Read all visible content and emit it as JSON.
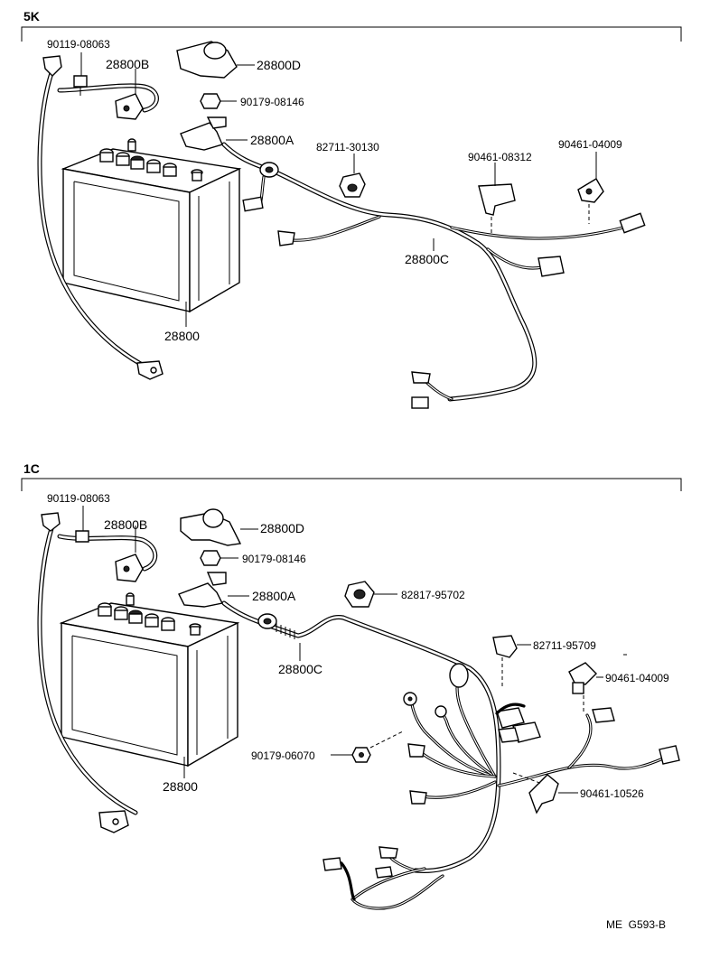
{
  "sections": [
    {
      "id": "5K",
      "title": "5K",
      "labels": {
        "p90119_08063": "90119-08063",
        "p28800B": "28800B",
        "p28800D": "28800D",
        "p90179_08146": "90179-08146",
        "p28800A": "28800A",
        "p82711_30130": "82711-30130",
        "p90461_08312": "90461-08312",
        "p90461_04009": "90461-04009",
        "p28800C": "28800C",
        "p28800": "28800"
      }
    },
    {
      "id": "1C",
      "title": "1C",
      "labels": {
        "p90119_08063": "90119-08063",
        "p28800B": "28800B",
        "p28800D": "28800D",
        "p90179_08146": "90179-08146",
        "p28800A": "28800A",
        "p82817_95702": "82817-95702",
        "p28800C": "28800C",
        "p82711_95709": "82711-95709",
        "p90461_04009": "90461-04009",
        "p90179_06070": "90179-06070",
        "p28800": "28800",
        "p90461_10526": "90461-10526"
      }
    }
  ],
  "footer": {
    "code": "ME  G593-B"
  }
}
